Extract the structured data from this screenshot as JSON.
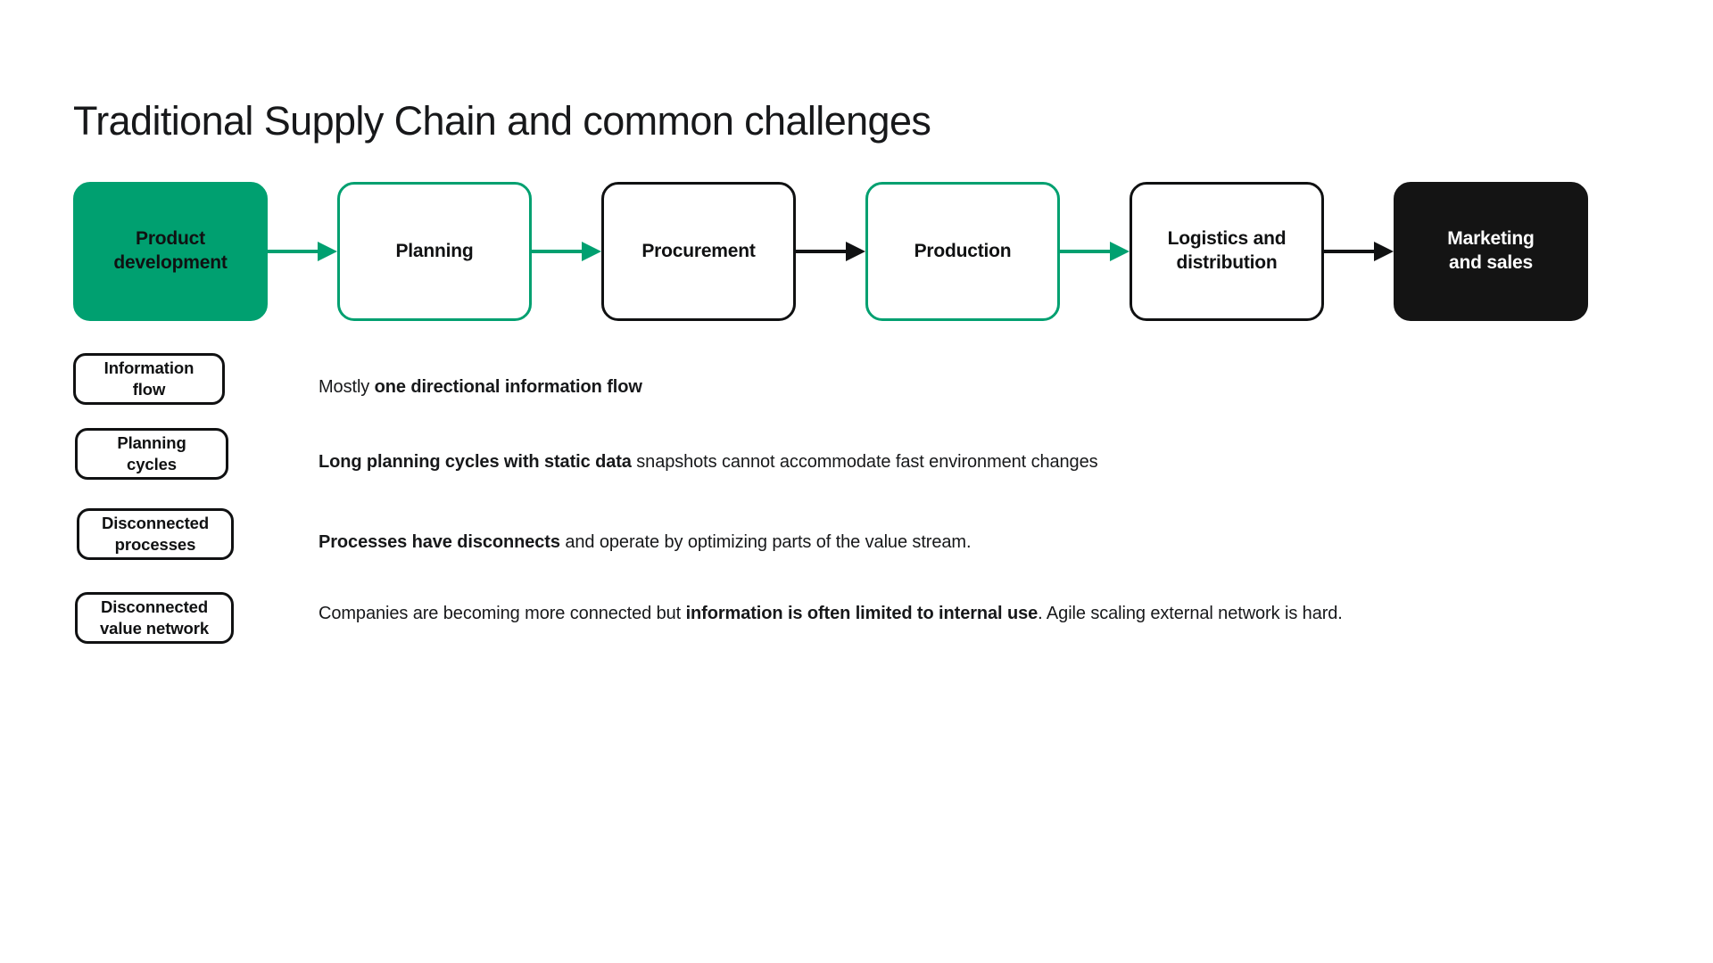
{
  "slide": {
    "title": "Traditional Supply Chain and common challenges",
    "background_color": "#ffffff",
    "accent_green": "#00a070",
    "ink_black": "#101112"
  },
  "flow": {
    "nodes": [
      {
        "id": "product-development",
        "label": "Product\ndevelopment",
        "style": "fill-green"
      },
      {
        "id": "planning",
        "label": "Planning",
        "style": "outline-green"
      },
      {
        "id": "procurement",
        "label": "Procurement",
        "style": "outline-black"
      },
      {
        "id": "production",
        "label": "Production",
        "style": "outline-green"
      },
      {
        "id": "logistics-and-distribution",
        "label": "Logistics and\ndistribution",
        "style": "outline-black"
      },
      {
        "id": "marketing-and-sales",
        "label": "Marketing\nand sales",
        "style": "fill-black"
      }
    ],
    "arrows": [
      {
        "from": "product-development",
        "to": "planning",
        "color": "#00a070"
      },
      {
        "from": "planning",
        "to": "procurement",
        "color": "#00a070"
      },
      {
        "from": "procurement",
        "to": "production",
        "color": "#101112"
      },
      {
        "from": "production",
        "to": "logistics-and-distribution",
        "color": "#00a070"
      },
      {
        "from": "logistics-and-distribution",
        "to": "marketing-and-sales",
        "color": "#101112"
      }
    ]
  },
  "challenges": [
    {
      "id": "information-flow",
      "pill_label": "Information\nflow",
      "text_segments": [
        {
          "text": "Mostly ",
          "bold": false
        },
        {
          "text": "one directional information flow",
          "bold": true
        }
      ]
    },
    {
      "id": "planning-cycles",
      "pill_label": "Planning\ncycles",
      "text_segments": [
        {
          "text": "Long planning cycles with static data",
          "bold": true
        },
        {
          "text": " snapshots cannot accommodate fast environment changes",
          "bold": false
        }
      ]
    },
    {
      "id": "disconnected-processes",
      "pill_label": "Disconnected\nprocesses",
      "text_segments": [
        {
          "text": "Processes have disconnects",
          "bold": true
        },
        {
          "text": " and operate by optimizing parts of the value stream.",
          "bold": false
        }
      ]
    },
    {
      "id": "disconnected-value-network",
      "pill_label": "Disconnected\nvalue network",
      "text_segments": [
        {
          "text": "Companies are becoming more connected but ",
          "bold": false
        },
        {
          "text": "information is often limited to internal use",
          "bold": true
        },
        {
          "text": ". Agile scaling external network is hard.",
          "bold": false
        }
      ]
    }
  ]
}
